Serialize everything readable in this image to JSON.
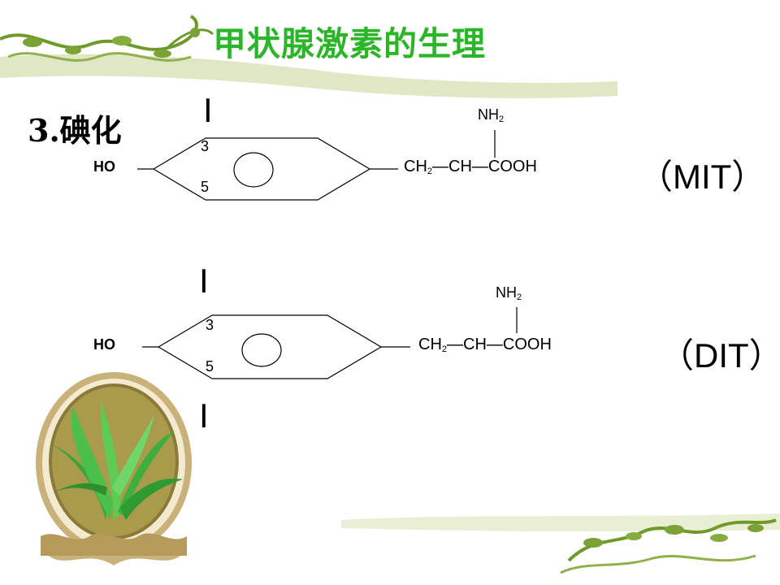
{
  "title": "甲状腺激素的生理",
  "section": "3.碘化",
  "molecule1": {
    "iodine_top": "I",
    "ho": "HO",
    "pos3": "3",
    "pos5": "5",
    "nh_main": "NH",
    "nh_sub": "2",
    "ch_main": "CH",
    "ch_sub": "2",
    "chain_rest": "—CH—COOH",
    "label": "（MIT）"
  },
  "molecule2": {
    "iodine_top": "I",
    "iodine_bottom": "I",
    "ho": "HO",
    "pos3": "3",
    "pos5": "5",
    "nh_main": "NH",
    "nh_sub": "2",
    "ch_main": "CH",
    "ch_sub": "2",
    "chain_rest": "—CH—COOH",
    "label": "（DIT）"
  },
  "colors": {
    "title": "#2db52a",
    "decor_green": "#6f9a2a",
    "decor_light": "#dfe7c4",
    "frame_gold": "#b59a5a"
  }
}
